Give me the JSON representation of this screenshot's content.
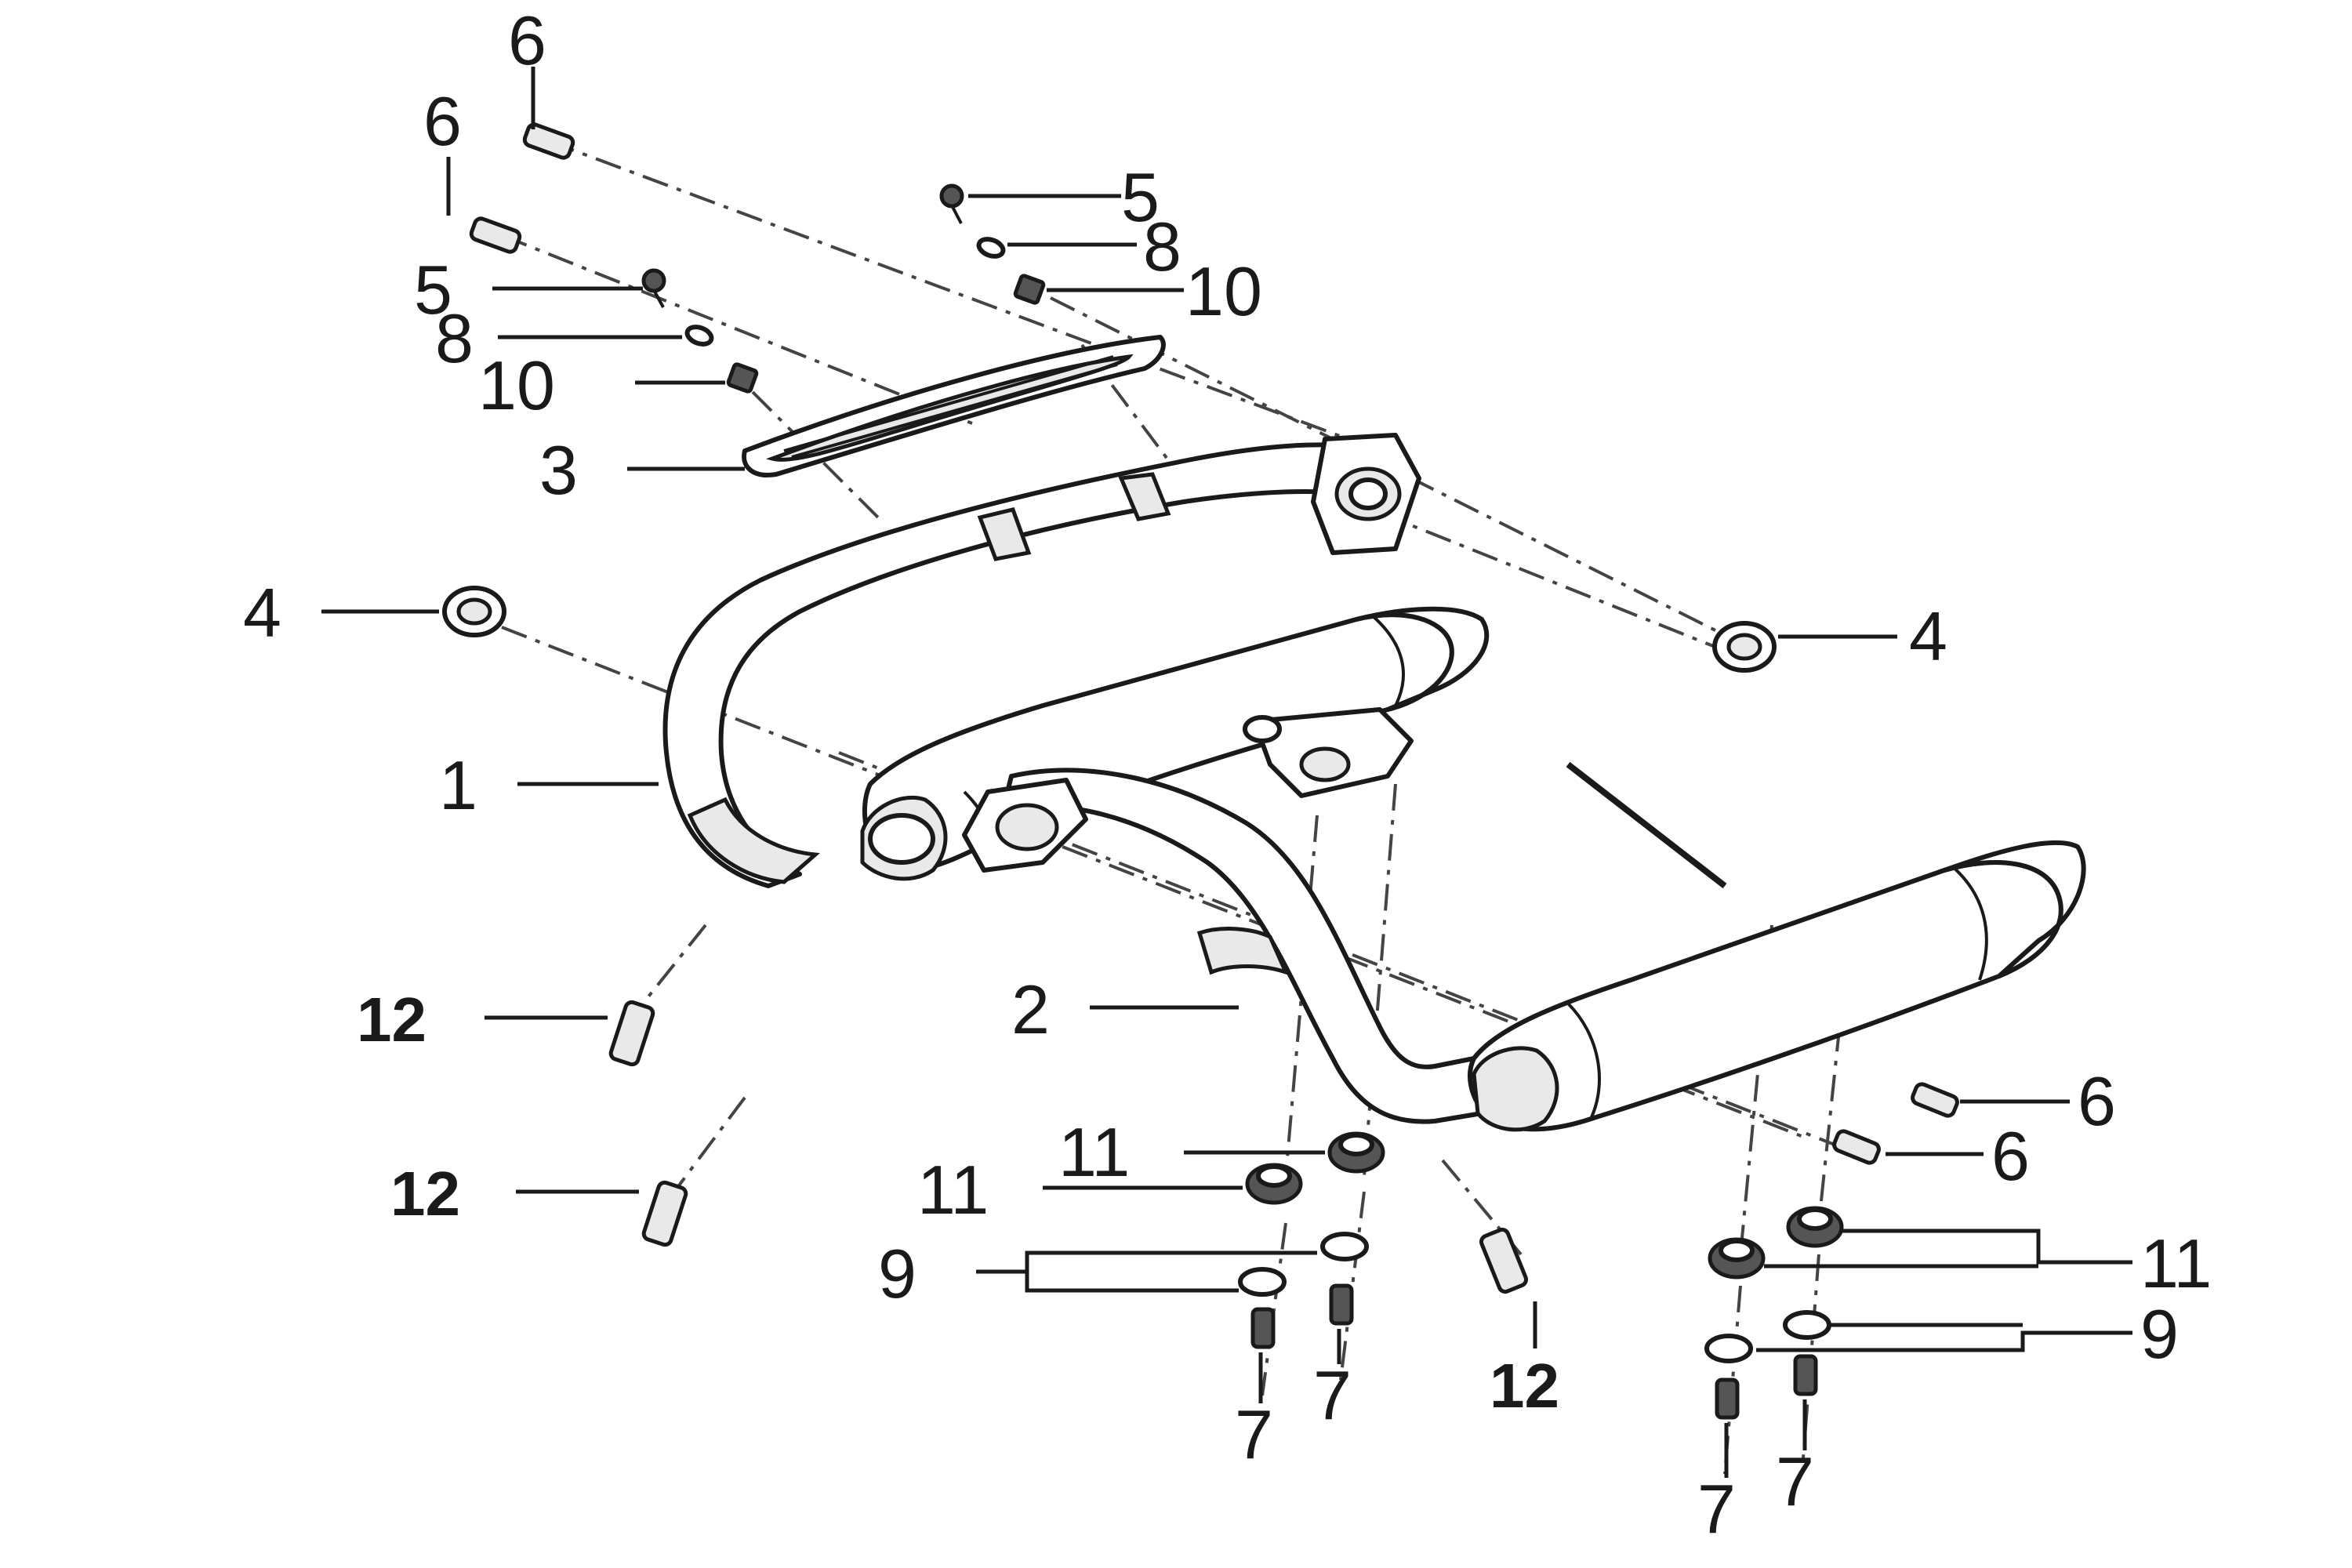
{
  "colors": {
    "line": "#1a1a1a",
    "background": "#ffffff"
  },
  "callouts": [
    {
      "id": "c6a",
      "text": "6"
    },
    {
      "id": "c6b",
      "text": "6"
    },
    {
      "id": "c5a",
      "text": "5"
    },
    {
      "id": "c8a",
      "text": "8"
    },
    {
      "id": "c10a",
      "text": "10"
    },
    {
      "id": "c5b",
      "text": "5"
    },
    {
      "id": "c8b",
      "text": "8"
    },
    {
      "id": "c10b",
      "text": "10"
    },
    {
      "id": "c3",
      "text": "3"
    },
    {
      "id": "c4a",
      "text": "4"
    },
    {
      "id": "c4b",
      "text": "4"
    },
    {
      "id": "c1",
      "text": "1"
    },
    {
      "id": "c12a",
      "text": "12"
    },
    {
      "id": "c12b",
      "text": "12"
    },
    {
      "id": "c2",
      "text": "2"
    },
    {
      "id": "c11a",
      "text": "11"
    },
    {
      "id": "c11b",
      "text": "11"
    },
    {
      "id": "c9a",
      "text": "9"
    },
    {
      "id": "c7a",
      "text": "7"
    },
    {
      "id": "c7b",
      "text": "7"
    },
    {
      "id": "c12c",
      "text": "12"
    },
    {
      "id": "c6c",
      "text": "6"
    },
    {
      "id": "c6d",
      "text": "6"
    },
    {
      "id": "c11c",
      "text": "11"
    },
    {
      "id": "c9b",
      "text": "9"
    },
    {
      "id": "c7c",
      "text": "7"
    },
    {
      "id": "c7d",
      "text": "7"
    }
  ]
}
